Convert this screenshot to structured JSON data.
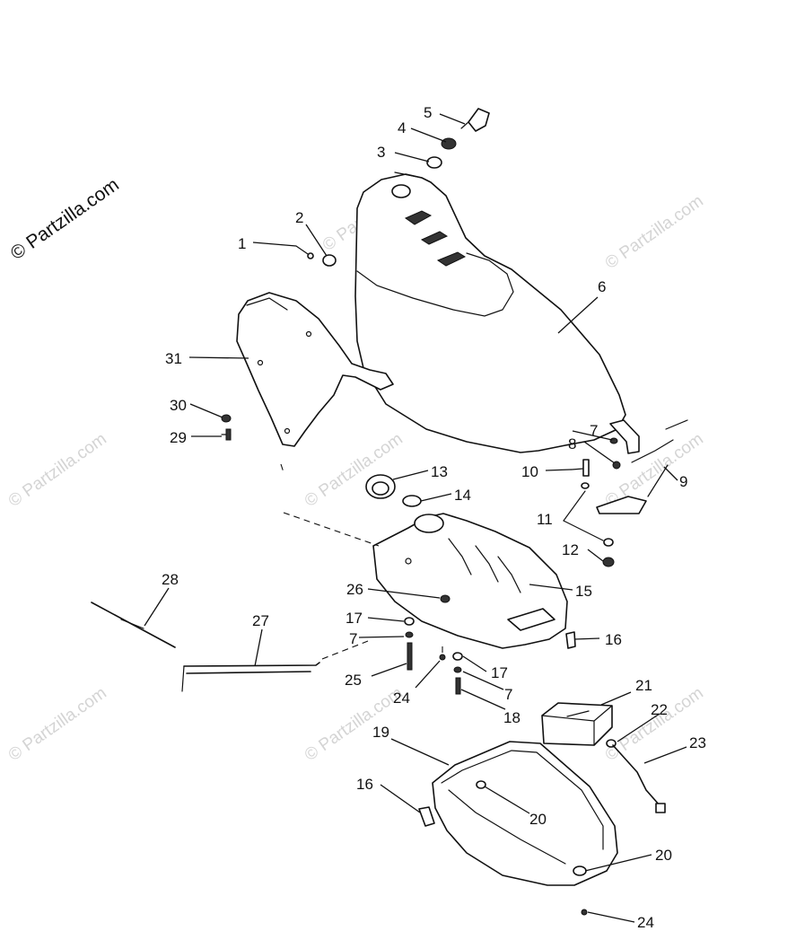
{
  "copyright": "© Partzilla.com",
  "watermark_text": "© Partzilla.com",
  "colors": {
    "line": "#111111",
    "watermark": "#d4d4d4",
    "background": "#ffffff"
  },
  "callouts": [
    "1",
    "2",
    "3",
    "4",
    "5",
    "6",
    "7",
    "8",
    "9",
    "10",
    "11",
    "12",
    "13",
    "14",
    "15",
    "16",
    "17",
    "18",
    "19",
    "20",
    "21",
    "22",
    "23",
    "24",
    "25",
    "26",
    "27",
    "28",
    "29",
    "30",
    "31"
  ],
  "callout_20b": "20",
  "callout_24b": "24",
  "callout_7b": "7",
  "callout_7c": "7",
  "callout_16b": "16",
  "callout_17b": "17"
}
